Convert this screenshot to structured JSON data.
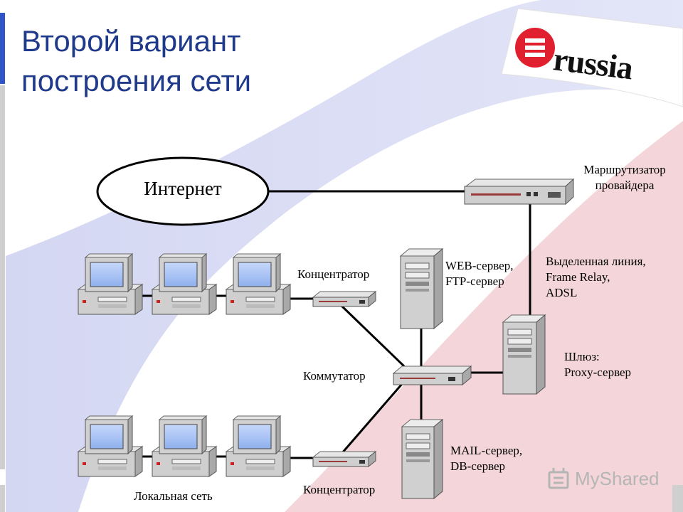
{
  "title": {
    "line1": "Второй вариант",
    "line2": "построения сети"
  },
  "logo": {
    "text": "russia",
    "icon": "e-letter-logo-icon",
    "color": "#e0202e"
  },
  "watermark": {
    "text": "MyShared",
    "icon": "myshared-icon"
  },
  "nodes": {
    "internet": "Интернет",
    "router": {
      "line1": "Маршрутизатор",
      "line2": "провайдера"
    },
    "leased_line": {
      "line1": "Выделенная линия,",
      "line2": "Frame Relay,",
      "line3": "ADSL"
    },
    "web_server": {
      "line1": "WEB-сервер,",
      "line2": "FTP-сервер"
    },
    "hub_top": "Концентратор",
    "switch": "Коммутатор",
    "gateway": {
      "line1": "Шлюз:",
      "line2": "Proxy-сервер"
    },
    "mail_server": {
      "line1": "MAIL-сервер,",
      "line2": "DB-сервер"
    },
    "hub_bottom": "Концентратор",
    "lan": "Локальная сеть"
  },
  "colors": {
    "title": "#1f3a8a",
    "background_blue": "#d8dbf4",
    "background_pink": "#f4d6da",
    "device_gray": "#c8c8c8",
    "screen_blue": "#a8c4f4",
    "line": "#000000"
  }
}
